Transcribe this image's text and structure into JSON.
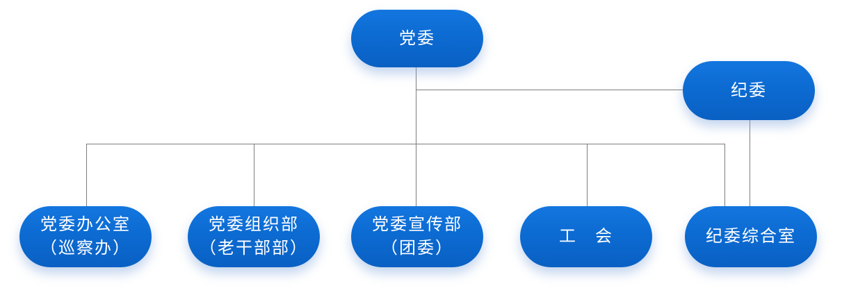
{
  "diagram": {
    "type": "org-chart",
    "background_color": "#ffffff",
    "connector_color": "#7d7d7d",
    "node_style": {
      "fill_top": "#1376df",
      "fill_bottom": "#0a60c3",
      "text_color": "#ffffff",
      "shape": "pill"
    },
    "nodes": [
      {
        "id": "party-committee",
        "label": "党委",
        "lines": [
          "党委"
        ]
      },
      {
        "id": "discipline-committee",
        "label": "纪委",
        "lines": [
          "纪委"
        ]
      },
      {
        "id": "party-office",
        "label": "党委办公室（巡察办）",
        "lines": [
          "党委办公室",
          "（巡察办）"
        ]
      },
      {
        "id": "organization-dept",
        "label": "党委组织部（老干部部）",
        "lines": [
          "党委组织部",
          "（老干部部）"
        ]
      },
      {
        "id": "publicity-dept",
        "label": "党委宣传部（团委）",
        "lines": [
          "党委宣传部",
          "（团委）"
        ]
      },
      {
        "id": "labor-union",
        "label": "工　会",
        "lines": [
          "工　会"
        ]
      },
      {
        "id": "discipline-office",
        "label": "纪委综合室",
        "lines": [
          "纪委综合室"
        ]
      }
    ],
    "edges": [
      {
        "from": "党委",
        "to": "纪委"
      },
      {
        "from": "党委",
        "to": "党委办公室（巡察办）"
      },
      {
        "from": "党委",
        "to": "党委组织部（老干部部）"
      },
      {
        "from": "党委",
        "to": "党委宣传部（团委）"
      },
      {
        "from": "党委",
        "to": "工　会"
      },
      {
        "from": "党委",
        "to": "纪委综合室"
      },
      {
        "from": "纪委",
        "to": "纪委综合室"
      }
    ]
  }
}
